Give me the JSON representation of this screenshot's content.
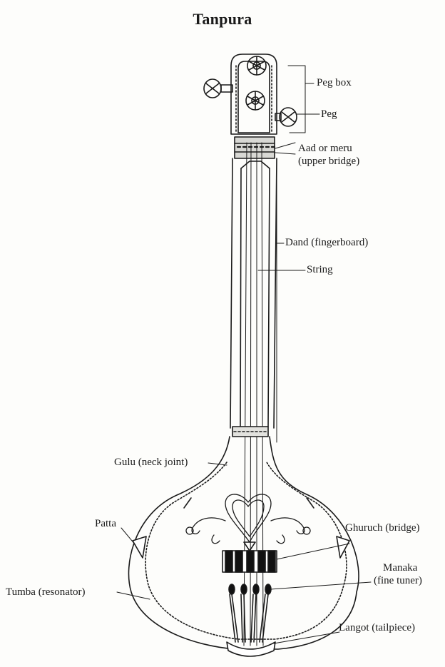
{
  "title": "Tanpura",
  "labels": {
    "peg_box": "Peg box",
    "peg": "Peg",
    "aad_line1": "Aad or meru",
    "aad_line2": "(upper bridge)",
    "dand": "Dand (fingerboard)",
    "string": "String",
    "gulu": "Gulu (neck joint)",
    "patta": "Patta",
    "ghuruch": "Ghuruch (bridge)",
    "manaka_line1": "Manaka",
    "manaka_line2": "(fine tuner)",
    "tumba": "Tumba (resonator)",
    "langot": "Langot (tailpiece)"
  }
}
